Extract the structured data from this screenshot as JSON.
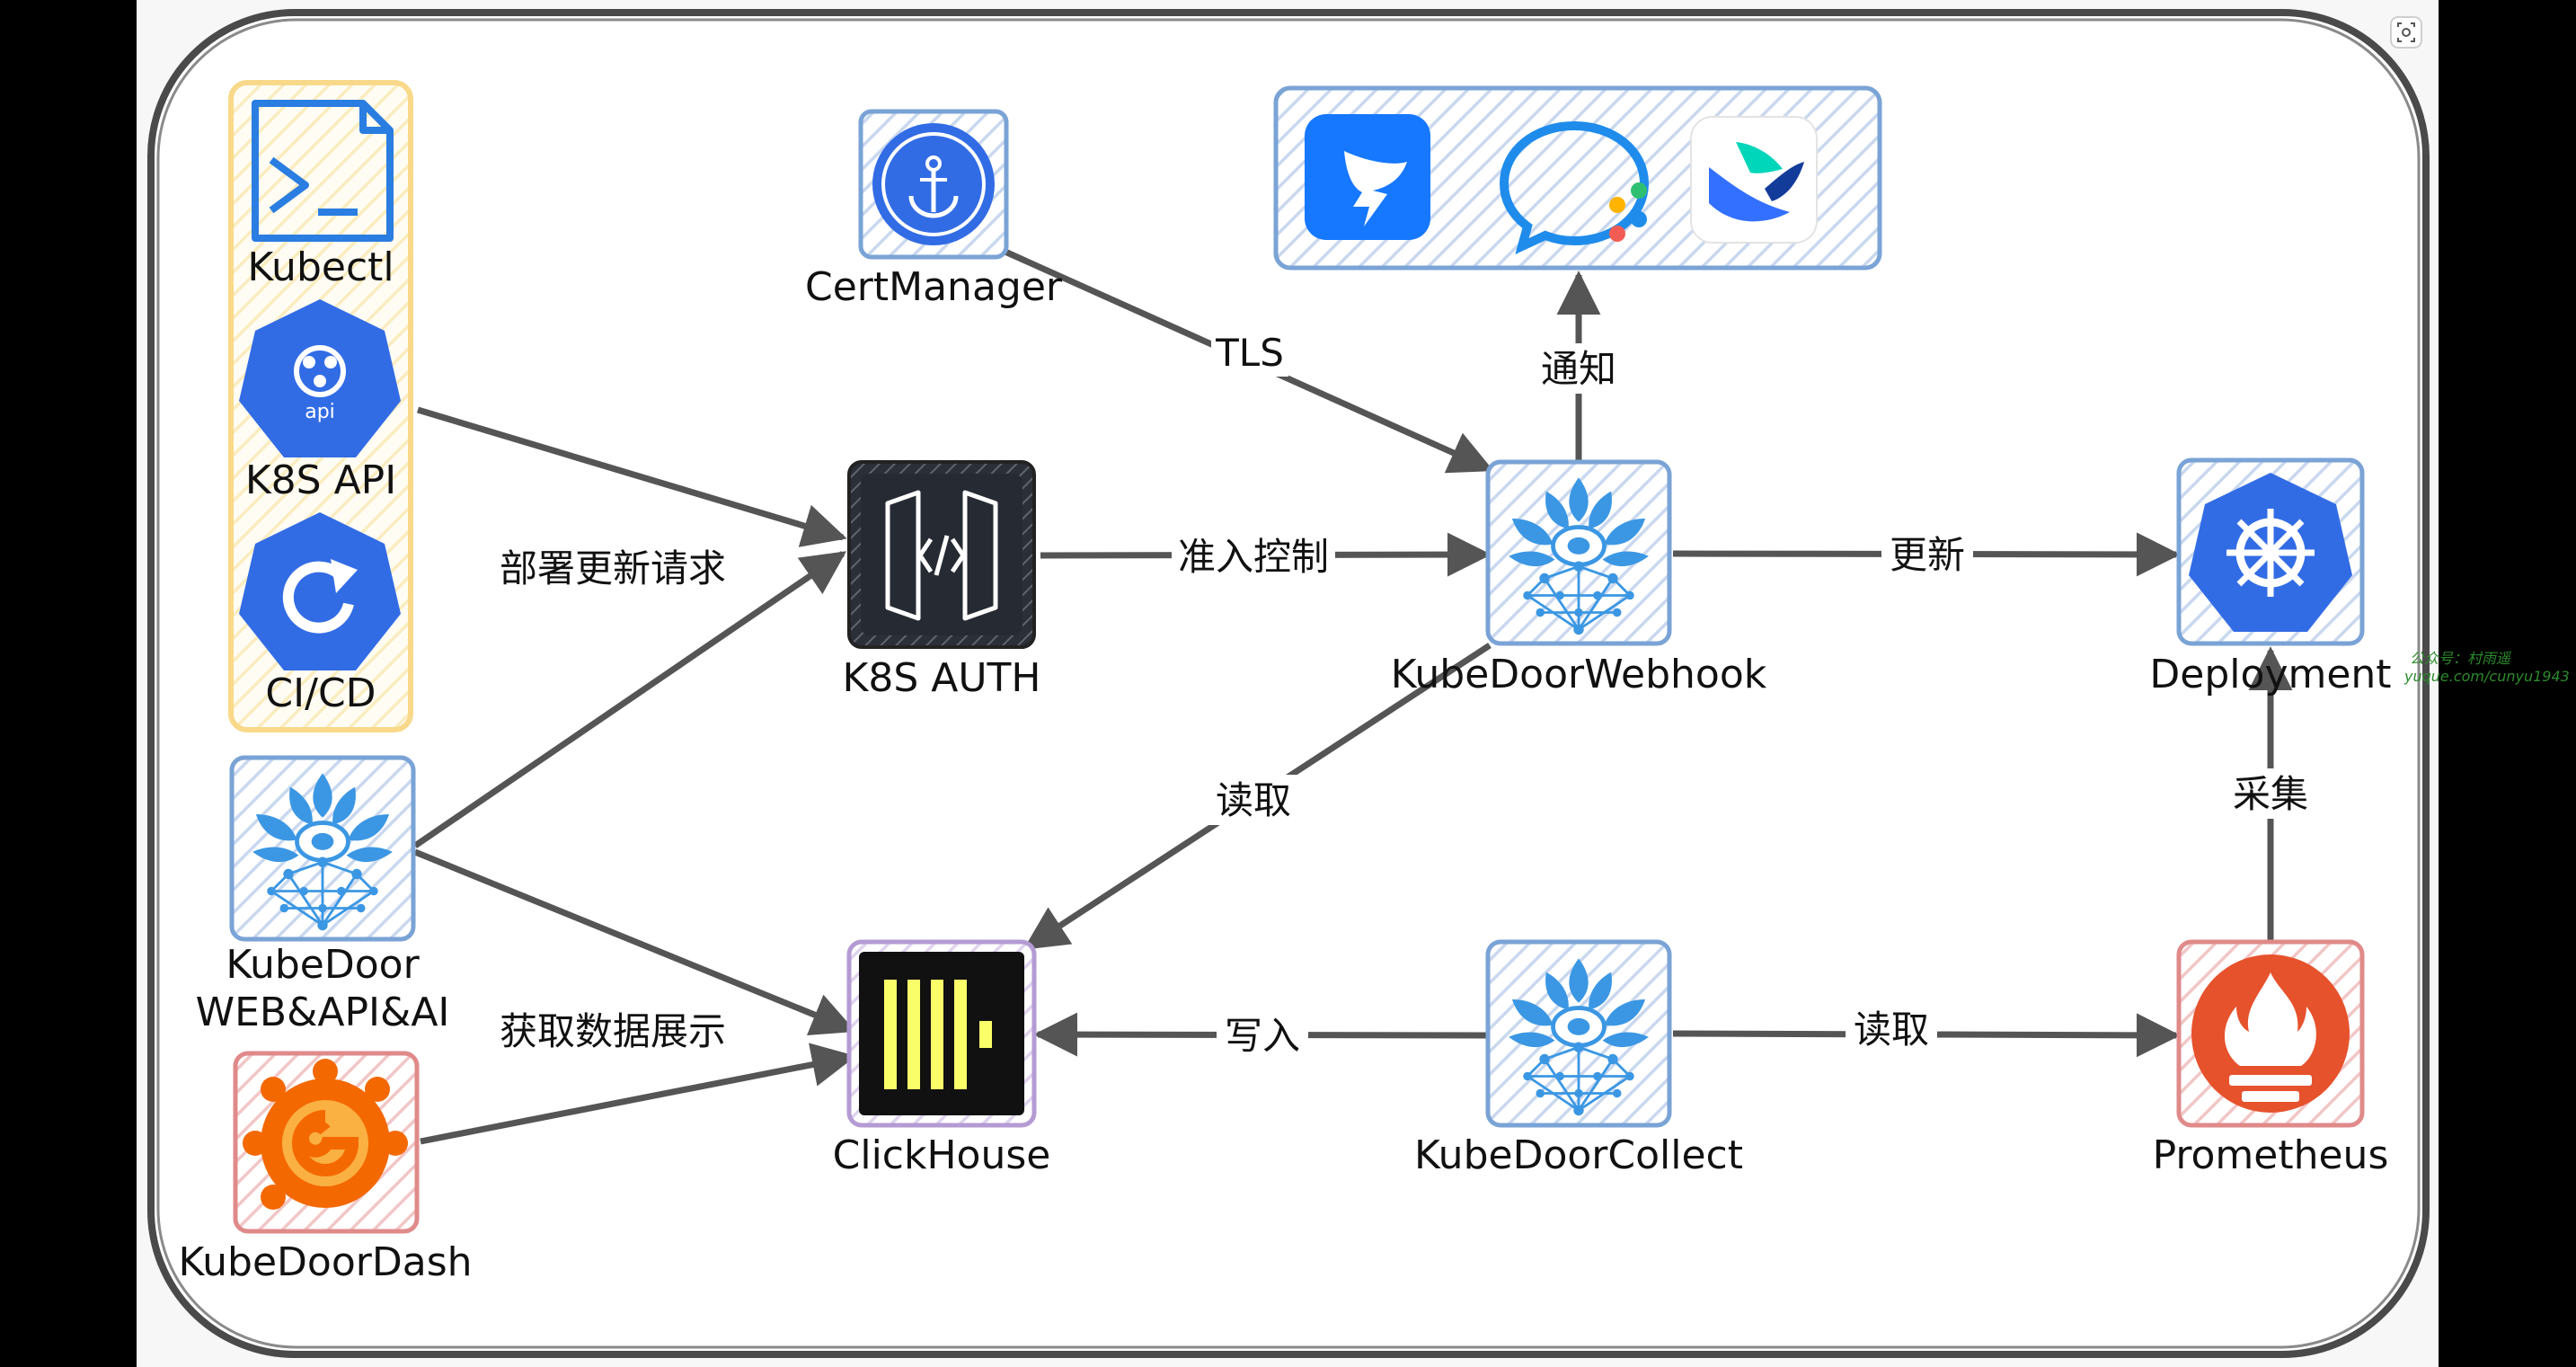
{
  "nodes": {
    "kubectl": "Kubectl",
    "k8s_api": "K8S API",
    "api_badge": "api",
    "cicd": "CI/CD",
    "certmanager": "CertManager",
    "k8s_auth": "K8S AUTH",
    "webhook": "KubeDoorWebhook",
    "deployment": "Deployment",
    "kubedoor_web_line1": "KubeDoor",
    "kubedoor_web_line2": "WEB&API&AI",
    "clickhouse": "ClickHouse",
    "collect": "KubeDoorCollect",
    "prometheus": "Prometheus",
    "dash": "KubeDoorDash"
  },
  "edges": {
    "deploy_update_request": "部署更新请求",
    "tls": "TLS",
    "admission_control": "准入控制",
    "notify": "通知",
    "update": "更新",
    "read_1": "读取",
    "collect_metrics": "采集",
    "fetch_display": "获取数据展示",
    "write": "写入",
    "read_2": "读取"
  },
  "watermark": {
    "line1": "公众号：村雨遥",
    "line2": "yuque.com/cunyu1943"
  },
  "colors": {
    "k8s_blue": "#326ce5",
    "grafana_orange": "#f46800",
    "prometheus_red": "#e6522c",
    "clickhouse_yellow": "#faff69",
    "dingtalk_blue": "#1677ff",
    "wecom_blue": "#1f8ceb",
    "feishu_teal": "#00d6b9",
    "arrow_gray": "#555555"
  }
}
